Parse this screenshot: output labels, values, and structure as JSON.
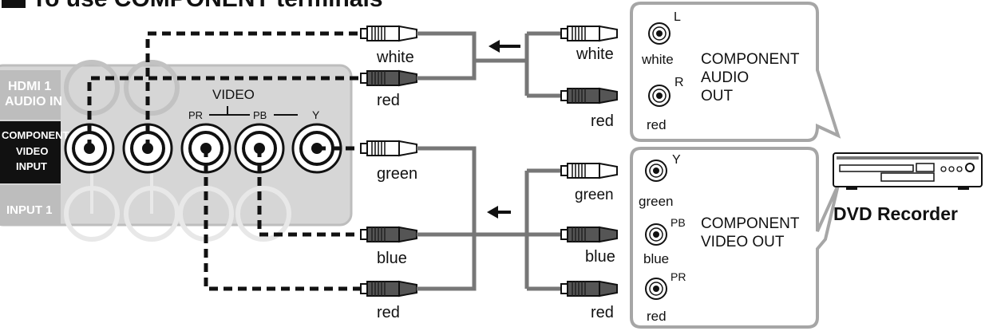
{
  "heading": "To use COMPONENT terminals",
  "tv_panel": {
    "hdmi_label": [
      "HDMI 1",
      "AUDIO IN"
    ],
    "component_label": [
      "COMPONENT",
      "VIDEO",
      "INPUT"
    ],
    "input_label": "INPUT 1",
    "video_label": "VIDEO",
    "pr_label": "PR",
    "pb_label": "PB",
    "y_label": "Y"
  },
  "cable_labels": {
    "audio_white": "white",
    "audio_red": "red",
    "video_green": "green",
    "video_blue": "blue",
    "video_red": "red"
  },
  "device_labels": {
    "audio_white": "white",
    "audio_red": "red",
    "video_green": "green",
    "video_blue": "blue",
    "video_red": "red"
  },
  "audio_out_box": {
    "jack_l": "L",
    "jack_r": "R",
    "white": "white",
    "red": "red",
    "title": [
      "COMPONENT",
      "AUDIO",
      "OUT"
    ]
  },
  "video_out_box": {
    "jack_y": "Y",
    "jack_pb": "PB",
    "jack_pr": "PR",
    "green": "green",
    "blue": "blue",
    "red": "red",
    "title": [
      "COMPONENT",
      "VIDEO OUT"
    ]
  },
  "recorder": {
    "label": "DVD Recorder"
  },
  "colors": {
    "panel_gray": "#d6d6d6",
    "panel_dark": "#111111",
    "cable_gray": "#777777"
  }
}
